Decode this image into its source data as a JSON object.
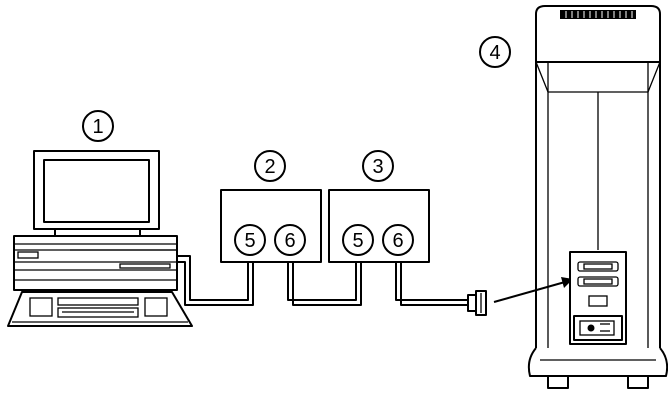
{
  "callouts": {
    "computer": "1",
    "unit_a": "2",
    "unit_b": "3",
    "tower": "4",
    "unit_a_left_port": "5",
    "unit_a_right_port": "6",
    "unit_b_left_port": "5",
    "unit_b_right_port": "6"
  },
  "colors": {
    "ink": "#000000",
    "paper": "#ffffff",
    "screen": "#ffffff"
  }
}
